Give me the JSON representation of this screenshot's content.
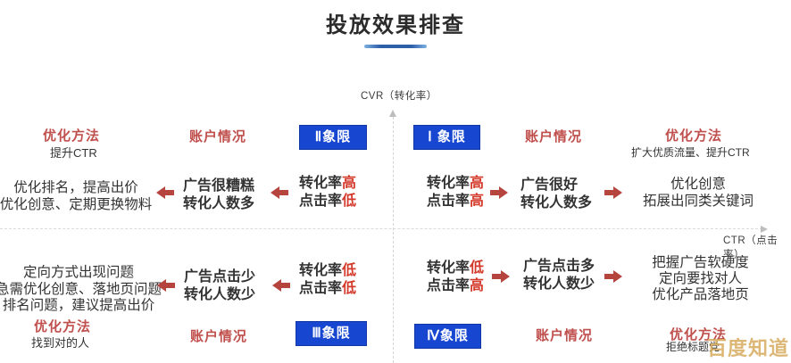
{
  "title": "投放效果排查",
  "axis": {
    "y_label": "CVR（转化率）",
    "x_label": "CTR（点击率）"
  },
  "watermark": "百度知道",
  "colors": {
    "badge_blue": "#1747d1",
    "title_underline_blue": "#2d5fa9",
    "section_label_red": "#c0504d",
    "highlight_red": "#d43a2c",
    "arrow_red": "#b5443f",
    "axis_gray": "#d3d3d3",
    "watermark_gold": "#d8ab5e"
  },
  "quadrants": {
    "q1": {
      "badge": "Ⅰ 象限",
      "status_l1_prefix": "转化率",
      "status_l1_value": "高",
      "status_l2_prefix": "点击率",
      "status_l2_value": "高",
      "account_label": "账户情况",
      "account_l1": "广告很好",
      "account_l2": "转化人数多",
      "method_label": "优化方法",
      "method_note": "扩大优质流量、提升CTR",
      "method_l1": "优化创意",
      "method_l2": "拓展出同类关键词"
    },
    "q2": {
      "badge": "Ⅱ象限",
      "status_l1_prefix": "转化率",
      "status_l1_value": "高",
      "status_l2_prefix": "点击率",
      "status_l2_value": "低",
      "account_label": "账户情况",
      "account_l1": "广告很糟糕",
      "account_l2": "转化人数多",
      "method_label": "优化方法",
      "method_note": "提升CTR",
      "method_l1": "优化排名，提高出价",
      "method_l2": "优化创意、定期更换物料"
    },
    "q3": {
      "badge": "Ⅲ象限",
      "status_l1_prefix": "转化率",
      "status_l1_value": "低",
      "status_l2_prefix": "点击率",
      "status_l2_value": "低",
      "account_label": "账户情况",
      "account_l1": "广告点击少",
      "account_l2": "转化人数少",
      "method_label": "优化方法",
      "method_note": "找到对的人",
      "method_l1": "定向方式出现问题",
      "method_l2": "急需优化创意、落地页问题",
      "method_l3": "排名问题，建议提高出价"
    },
    "q4": {
      "badge": "Ⅳ象限",
      "status_l1_prefix": "转化率",
      "status_l1_value": "低",
      "status_l2_prefix": "点击率",
      "status_l2_value": "高",
      "account_label": "账户情况",
      "account_l1": "广告点击多",
      "account_l2": "转化人数少",
      "method_label": "优化方法",
      "method_note": "拒绝标题党",
      "method_l1": "把握广告软硬度",
      "method_l2": "定向要找对人",
      "method_l3": "优化产品落地页"
    }
  }
}
